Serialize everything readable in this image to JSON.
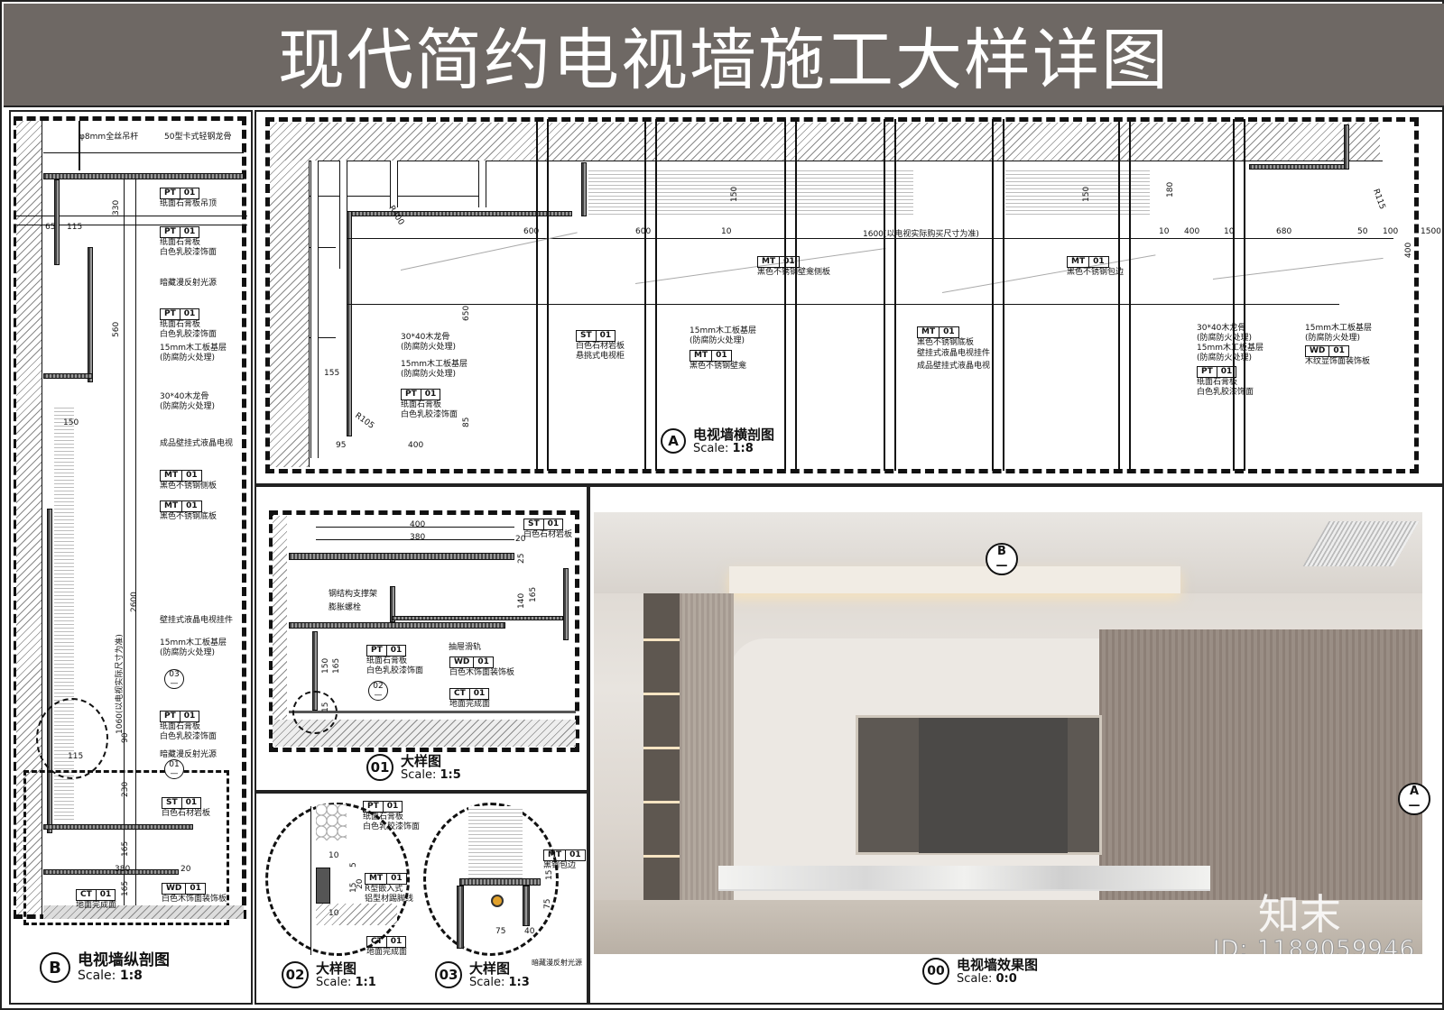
{
  "title": "现代简约电视墙施工大样详图",
  "panels": {
    "section_b": {
      "caption": {
        "id": "B",
        "name": "电视墙纵剖图",
        "scale_label": "Scale:",
        "scale_value": "1:8"
      },
      "labels": {
        "rod": "φ8mm全丝吊杆",
        "keel": "50型卡式轻钢龙骨",
        "pt1_code": "PT",
        "pt1_num": "01",
        "pt1_desc": "纸面石膏板吊顶",
        "pt2_code": "PT",
        "pt2_num": "01",
        "pt2_desc1": "纸面石膏板",
        "pt2_desc2": "白色乳胶漆饰面",
        "light1": "暗藏漫反射光源",
        "pt3_code": "PT",
        "pt3_num": "01",
        "pt3_desc1": "纸面石膏板",
        "pt3_desc2": "白色乳胶漆饰面",
        "base1_a": "15mm木工板基层",
        "base1_b": "(防腐防火处理)",
        "stud_a": "30*40木龙骨",
        "stud_b": "(防腐防火处理)",
        "tv": "成品壁挂式液晶电视",
        "mt1_code": "MT",
        "mt1_num": "01",
        "mt1_desc": "黑色不锈钢侧板",
        "mt2_code": "MT",
        "mt2_num": "01",
        "mt2_desc": "黑色不锈钢底板",
        "bracket": "壁挂式液晶电视挂件",
        "base2_a": "15mm木工板基层",
        "base2_b": "(防腐防火处理)",
        "pt4_code": "PT",
        "pt4_num": "01",
        "pt4_desc1": "纸面石膏板",
        "pt4_desc2": "白色乳胶漆饰面",
        "light2": "暗藏漫反射光源",
        "st_code": "ST",
        "st_num": "01",
        "st_desc": "白色石材岩板",
        "wd_code": "WD",
        "wd_num": "01",
        "wd_desc": "白色木饰面装饰板",
        "ct_code": "CT",
        "ct_num": "01",
        "ct_desc": "地面完成面"
      },
      "dims": {
        "d330": "330",
        "d65": "65",
        "d115a": "115",
        "d560": "560",
        "d150": "150",
        "d1060": "1060(以电视实际尺寸为准)",
        "d2600": "2600",
        "d90": "90",
        "d115b": "115",
        "d230": "230",
        "d165a": "165",
        "d380": "380",
        "d20": "20",
        "d165b": "165"
      },
      "callouts": {
        "c03": "03",
        "c01": "01"
      }
    },
    "section_a": {
      "caption": {
        "id": "A",
        "name": "电视墙横剖图",
        "scale_label": "Scale:",
        "scale_value": "1:8"
      },
      "labels": {
        "stud_a": "30*40木龙骨",
        "stud_b": "(防腐防火处理)",
        "base_a": "15mm木工板基层",
        "base_b": "(防腐防火处理)",
        "pt_code": "PT",
        "pt_num": "01",
        "pt_desc1": "纸面石膏板",
        "pt_desc2": "白色乳胶漆饰面",
        "st_code": "ST",
        "st_num": "01",
        "st_desc1": "白色石材岩板",
        "st_desc2": "悬挑式电视柜",
        "base2_a": "15mm木工板基层",
        "base2_b": "(防腐防火处理)",
        "mt1_code": "MT",
        "mt1_num": "01",
        "mt1_desc": "黑色不锈钢壁龛",
        "mt2_code": "MT",
        "mt2_num": "01",
        "mt2_desc": "黑色不锈钢壁龛侧板",
        "mt3_code": "MT",
        "mt3_num": "01",
        "mt3_desc": "黑色不锈钢底板",
        "bracket": "壁挂式液晶电视挂件",
        "tv": "成品壁挂式液晶电视",
        "mt4_code": "MT",
        "mt4_num": "01",
        "mt4_desc": "黑色不锈钢包边",
        "stud2_a": "30*40木龙骨",
        "stud2_b": "(防腐防火处理)",
        "base3_a": "15mm木工板基层",
        "base3_b": "(防腐防火处理)",
        "pt2_code": "PT",
        "pt2_num": "01",
        "pt2_desc1": "纸面石膏板",
        "pt2_desc2": "白色乳胶漆饰面",
        "base4_a": "15mm木工板基层",
        "base4_b": "(防腐防火处理)",
        "wd_code": "WD",
        "wd_num": "01",
        "wd_desc": "木纹显饰面装饰板"
      },
      "dims": {
        "r400": "R400",
        "r105": "R105",
        "r115": "R115",
        "d650": "650",
        "d155": "155",
        "d85": "85",
        "d95": "95",
        "d400a": "400",
        "d600a": "600",
        "d600b": "600",
        "d10a": "10",
        "d150a": "150",
        "d1600": "1600(以电视实际购买尺寸为准)",
        "d10b": "10",
        "d150b": "150",
        "d400b": "400",
        "d10c": "10",
        "d180": "180",
        "d680": "680",
        "d50": "50",
        "d100": "100",
        "d1500": "1500",
        "d400c": "400"
      }
    },
    "detail_01": {
      "caption": {
        "id": "01",
        "name": "大样图",
        "scale_label": "Scale:",
        "scale_value": "1:5"
      },
      "labels": {
        "steel": "钢结构支撑架",
        "bolt": "膨胀螺栓",
        "st_code": "ST",
        "st_num": "01",
        "st_desc": "白色石材岩板",
        "rail": "抽屉滑轨",
        "wd_code": "WD",
        "wd_num": "01",
        "wd_desc": "白色木饰面装饰板",
        "pt_code": "PT",
        "pt_num": "01",
        "pt_desc1": "纸面石膏板",
        "pt_desc2": "白色乳胶漆饰面",
        "ct_code": "CT",
        "ct_num": "01",
        "ct_desc": "地面完成面"
      },
      "dims": {
        "d400": "400",
        "d380": "380",
        "d20": "20",
        "d25": "25",
        "d140": "140",
        "d165a": "165",
        "d150": "150",
        "d165b": "165",
        "d15": "15"
      },
      "callouts": {
        "c02": "02"
      }
    },
    "detail_02": {
      "caption": {
        "id": "02",
        "name": "大样图",
        "scale_label": "Scale:",
        "scale_value": "1:1"
      },
      "labels": {
        "pt_code": "PT",
        "pt_num": "01",
        "pt_desc1": "纸面石膏板",
        "pt_desc2": "白色乳胶漆饰面",
        "mt_code": "MT",
        "mt_num": "01",
        "mt_desc1": "R型嵌入式",
        "mt_desc2": "铝型材踢脚线",
        "ct_code": "CT",
        "ct_num": "01",
        "ct_desc": "地面完成面"
      },
      "dims": {
        "d10a": "10",
        "d5": "5",
        "d20": "20",
        "d15": "15",
        "d10b": "10"
      }
    },
    "detail_03": {
      "caption": {
        "id": "03",
        "name": "大样图",
        "scale_label": "Scale:",
        "scale_value": "1:3"
      },
      "labels": {
        "mt_code": "MT",
        "mt_num": "01",
        "mt_desc": "黑钢包边",
        "light": "暗藏漫反射光源"
      },
      "dims": {
        "d75a": "75",
        "d75b": "75",
        "d40": "40",
        "d15": "15"
      }
    },
    "render_00": {
      "caption": {
        "id": "00",
        "name": "电视墙效果图",
        "scale_label": "Scale:",
        "scale_value": "0:0"
      },
      "markers": {
        "b": "B",
        "a": "A"
      },
      "watermark_logo": "知末",
      "watermark_id": "ID: 1189059946"
    }
  }
}
